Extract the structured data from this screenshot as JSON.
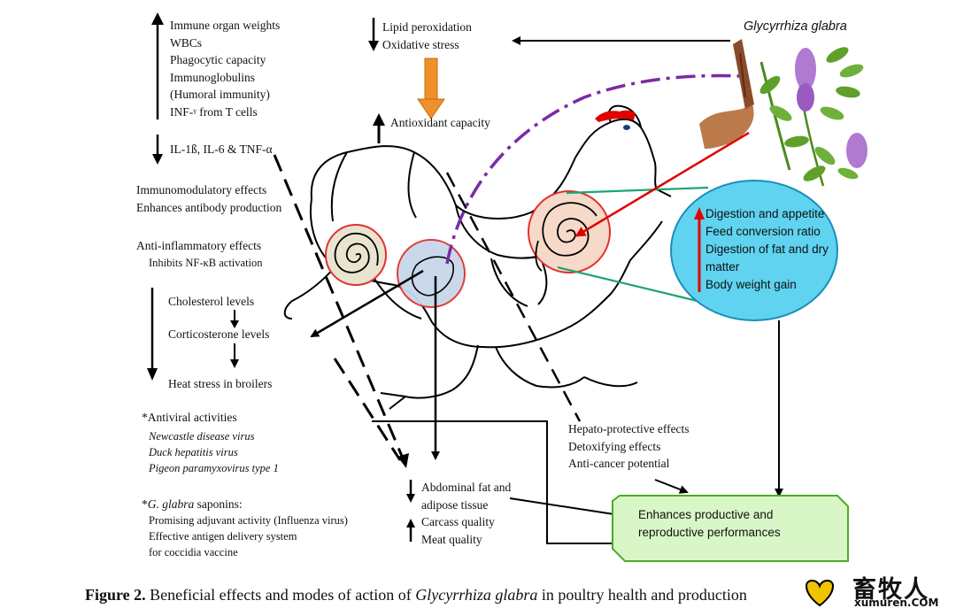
{
  "immune": {
    "lines": [
      "Immune organ weights",
      "WBCs",
      "Phagocytic capacity",
      "Immunoglobulins",
      "(Humoral immunity)",
      "INF-ᵞ from T cells"
    ]
  },
  "il": "IL-1ß, IL-6 & TNF-α",
  "immunomod": [
    "Immunomodulatory effects",
    "Enhances antibody  production"
  ],
  "antiinflam": {
    "title": "Anti-inflammatory effects",
    "sub": "Inhibits NF-κB activation"
  },
  "chol": {
    "a": "Cholesterol levels",
    "b": "Corticosterone levels",
    "c": "Heat stress in broilers"
  },
  "antiviral": {
    "title": "*Antiviral activities",
    "items": [
      "Newcastle disease virus",
      "Duck hepatitis virus",
      "Pigeon paramyxovirus type 1"
    ]
  },
  "saponins": {
    "title_prefix": "*",
    "title_italic": "G. glabra",
    "title_suffix": " saponins:",
    "lines": [
      "Promising adjuvant activity (Influenza virus)",
      "Effective antigen delivery system",
      "for coccidia vaccine"
    ]
  },
  "lipid": [
    "Lipid peroxidation",
    "Oxidative stress"
  ],
  "antiox": "Antioxidant capacity",
  "plant_name": "Glycyrrhiza glabra",
  "digestion": [
    "Digestion  and appetite",
    "Feed conversion ratio",
    "Digestion of fat and dry",
    "matter",
    "Body weight gain"
  ],
  "hepato": [
    "Hepato-protective effects",
    "Detoxifying  effects",
    "Anti-cancer potential"
  ],
  "abdominal": [
    "Abdominal fat and",
    "adipose tissue",
    "Carcass quality",
    "Meat quality"
  ],
  "productive": [
    "Enhances productive and",
    "reproductive  performances"
  ],
  "caption": {
    "label": "Figure 2.",
    "pre": " Beneficial effects and modes of action of ",
    "italic": "Glycyrrhiza glabra",
    "post": " in poultry health and production"
  },
  "logo": {
    "cn": "畜牧人",
    "url": "xumuren.COM"
  },
  "colors": {
    "ellipse_fill": "#5fd3ef",
    "box_fill": "#d9f7c6",
    "box_border": "#4caa2a",
    "purple": "#7a2aa6",
    "red": "#e00000",
    "orange": "#f0902a",
    "teal": "#1aa572"
  }
}
